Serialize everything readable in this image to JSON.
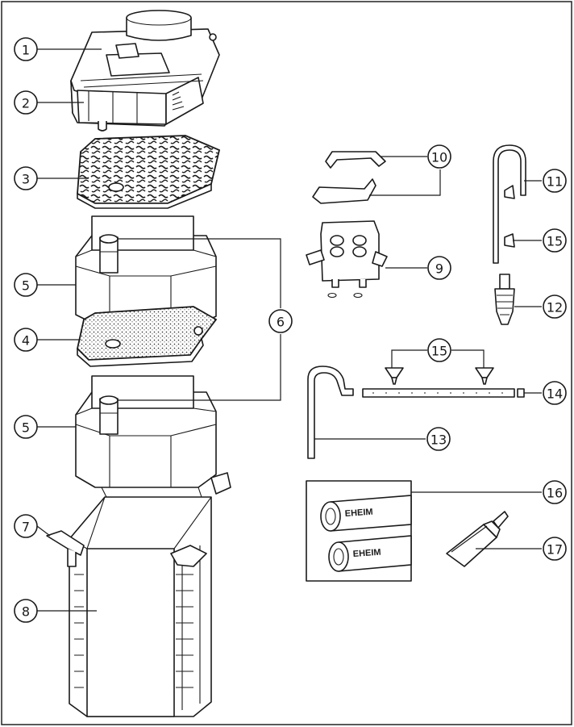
{
  "callouts": [
    "1",
    "2",
    "3",
    "4",
    "5",
    "6",
    "7",
    "8",
    "9",
    "10",
    "11",
    "12",
    "13",
    "14",
    "15",
    "16",
    "17"
  ],
  "hose_brand": "EHEIM"
}
